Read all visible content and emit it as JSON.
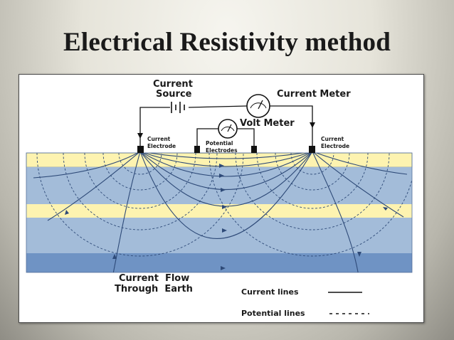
{
  "slide": {
    "title": "Electrical Resistivity method"
  },
  "diagram": {
    "current_source": [
      "Current",
      "Source"
    ],
    "current_meter": "Current Meter",
    "volt_meter": "Volt Meter",
    "current_electrode_left": [
      "Current",
      "Electrode"
    ],
    "potential_electrodes": [
      "Potential",
      "Electrodes"
    ],
    "current_electrode_right": [
      "Current",
      "Electrode"
    ],
    "flow_caption": [
      "Current  Flow",
      "Through  Earth"
    ],
    "legend": {
      "current_lines": "Current lines",
      "potential_lines": "Potential lines"
    },
    "colors": {
      "yellow_layer": "#fdf3b0",
      "blue_layer": "#a3bcd9",
      "dark_blue_layer": "#6f93c4",
      "line_color": "#2e4a78"
    }
  }
}
